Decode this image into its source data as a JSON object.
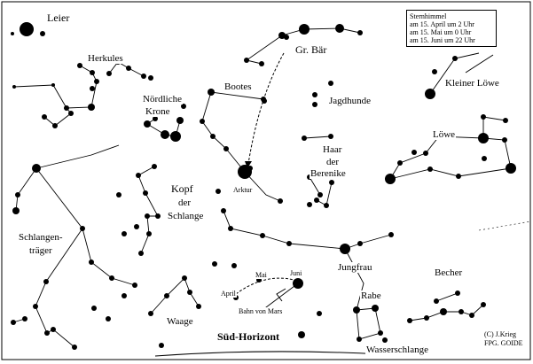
{
  "note": {
    "title": "Sternhimmel",
    "lines": [
      "am 15. April um 2 Uhr",
      "am 15. Mai um 0 Uhr",
      "am 15. Juni um 22 Uhr"
    ]
  },
  "constellations": {
    "leier": "Leier",
    "herkules": "Herkules",
    "gr_baer": "Gr. Bär",
    "kl_loewe": "Kleiner Löwe",
    "noerdl_krone_1": "Nördliche",
    "noerdl_krone_2": "Krone",
    "bootes": "Bootes",
    "jagdhunde": "Jagdhunde",
    "loewe": "Löwe",
    "haar_1": "Haar",
    "haar_2": "der",
    "haar_3": "Berenike",
    "arktur": "Arktur",
    "kopf_1": "Kopf",
    "kopf_2": "der",
    "kopf_3": "Schlange",
    "schlangen_1": "Schlangen-",
    "schlangen_2": "träger",
    "jungfrau": "Jungfrau",
    "becher": "Becher",
    "rabe": "Rabe",
    "waage": "Waage",
    "wasserschlange": "Wasserschlange"
  },
  "mars": {
    "path_label": "Bahn von Mars",
    "months": {
      "april": "April",
      "mai": "Mai",
      "juni": "Juni"
    }
  },
  "horizon": "Süd-Horizont",
  "credit": [
    "(C) J.Krieg",
    "FPG. GOIDE"
  ]
}
